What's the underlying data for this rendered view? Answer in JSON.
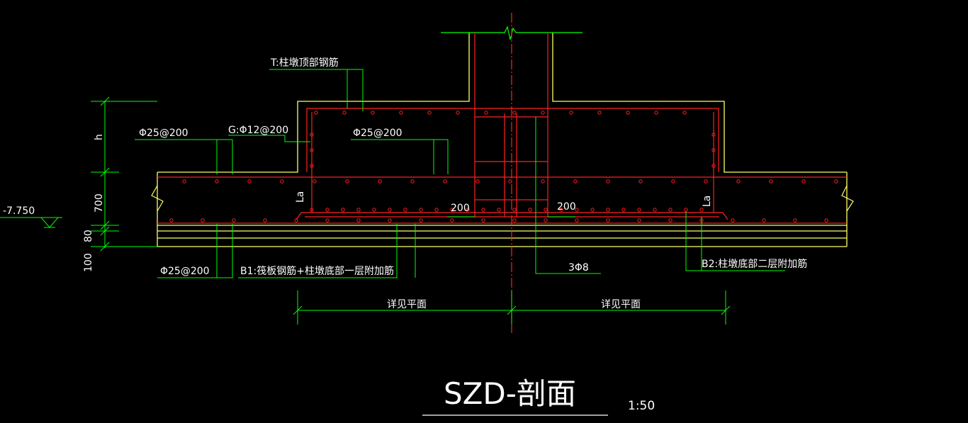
{
  "colors": {
    "background": "#000000",
    "green": "#00ff00",
    "yellow": "#ffff66",
    "red": "#ff2020",
    "white": "#ffffff",
    "label": "#ffffff"
  },
  "labels": {
    "top_rebar": "T:柱墩顶部钢筋",
    "rebar_left": "Φ25@200",
    "rebar_g": "G:Φ12@200",
    "rebar_mid": "Φ25@200",
    "rebar_bottom_left": "Φ25@200",
    "b1": "B1:筏板钢筋+柱墩底部一层附加筋",
    "b2": "B2:柱墩底部二层附加筋",
    "stirrup": "3Φ8",
    "dim_200_left": "200",
    "dim_200_right": "200",
    "la_left": "La",
    "la_right": "La",
    "detail_left": "详见平面",
    "detail_right": "详见平面",
    "elevation": "-7.750",
    "dim_h": "h",
    "dim_700": "700",
    "dim_80": "80",
    "dim_100": "100",
    "title": "SZD-剖面",
    "scale": "1:50"
  }
}
